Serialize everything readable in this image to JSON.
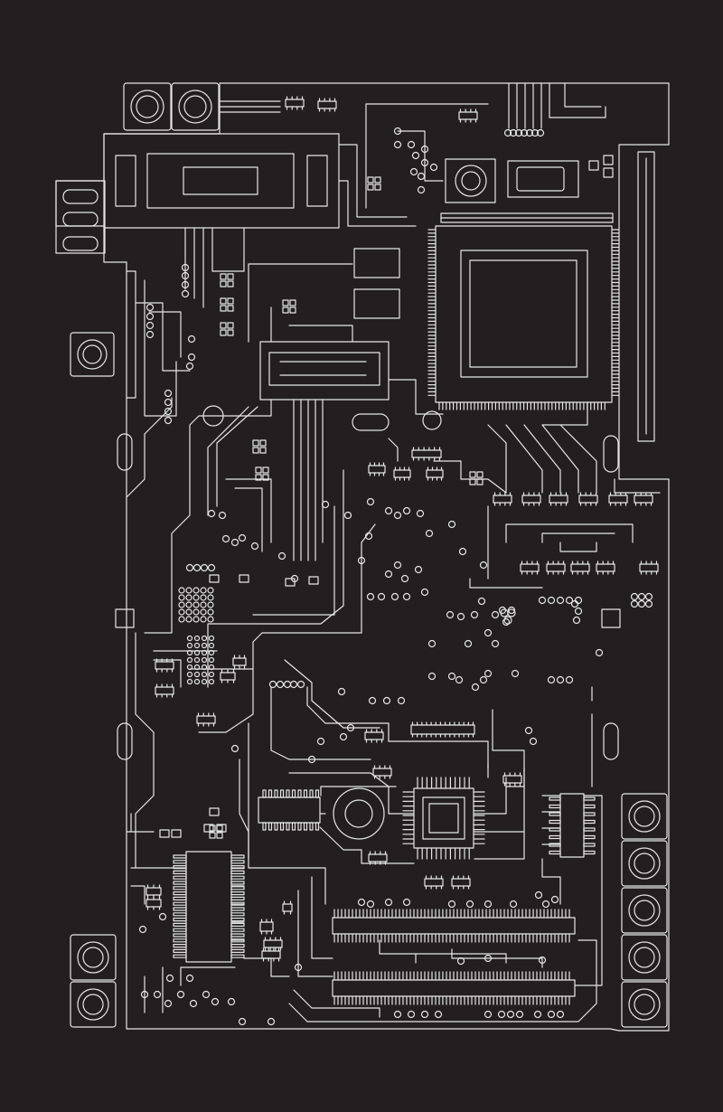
{
  "colors": {
    "background": "#231f20",
    "trace": "#e6e6e6"
  },
  "board": {
    "components": {
      "tactile_switches": 9,
      "usb_ports": 1,
      "main_cpu": 1,
      "secondary_qfp_chip": 1,
      "sodimm_connectors": 2,
      "round_buzzers": 2
    }
  }
}
